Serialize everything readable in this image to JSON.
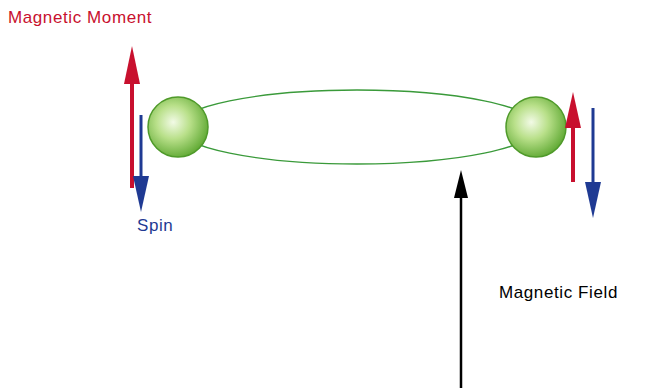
{
  "diagram": {
    "labels": [
      "Magnetic Moment",
      "Spin",
      "Magnetic Field"
    ]
  }
}
